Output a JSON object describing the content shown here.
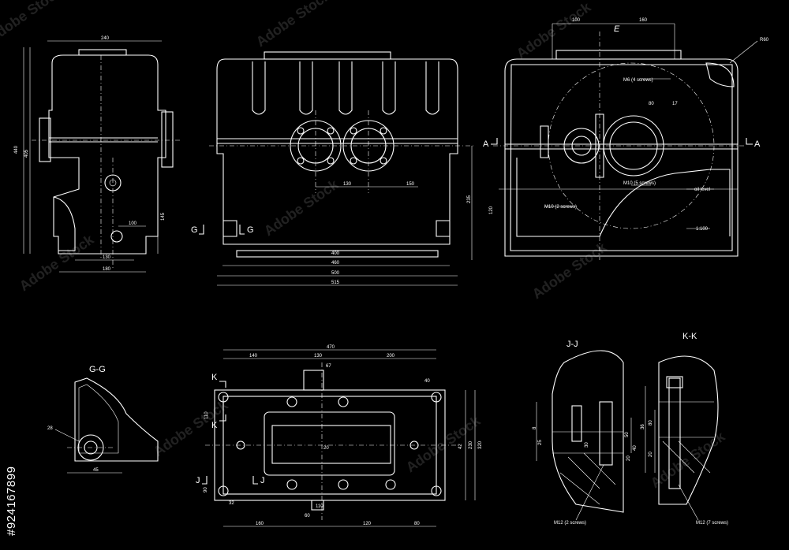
{
  "stock_id": "#924167899",
  "watermark": "Adobe Stock",
  "views": {
    "side": {
      "dims": [
        "240",
        "440",
        "405",
        "145",
        "100",
        "130",
        "180"
      ]
    },
    "front": {
      "dims": [
        "130",
        "150",
        "235",
        "400",
        "460",
        "500",
        "515"
      ],
      "section_marks": [
        "G",
        "G"
      ]
    },
    "section_view": {
      "title": "E",
      "section_marks": [
        "A",
        "A"
      ],
      "dims": [
        "100",
        "160",
        "R60",
        "80",
        "17"
      ],
      "notes": [
        "M6 (4 screws)",
        "M10 (5 screws)",
        "M10 (2 screws)",
        "oil level",
        "1:100"
      ],
      "misc": [
        "120"
      ]
    },
    "gg": {
      "title": "G-G",
      "dims": [
        "28",
        "45"
      ]
    },
    "top": {
      "dims": [
        "470",
        "140",
        "130",
        "200",
        "67",
        "40",
        "110",
        "20",
        "42",
        "230",
        "320",
        "32",
        "110",
        "160",
        "120",
        "60",
        "80",
        "90"
      ],
      "section_marks": [
        "K",
        "K",
        "J",
        "J"
      ]
    },
    "jj": {
      "title": "J-J",
      "dims": [
        "8",
        "25",
        "30",
        "50",
        "40",
        "20"
      ],
      "note": "M12 (2 screws)"
    },
    "kk": {
      "title": "K-K",
      "dims": [
        "36",
        "80",
        "20"
      ],
      "note": "M12 (7 screws)"
    }
  }
}
